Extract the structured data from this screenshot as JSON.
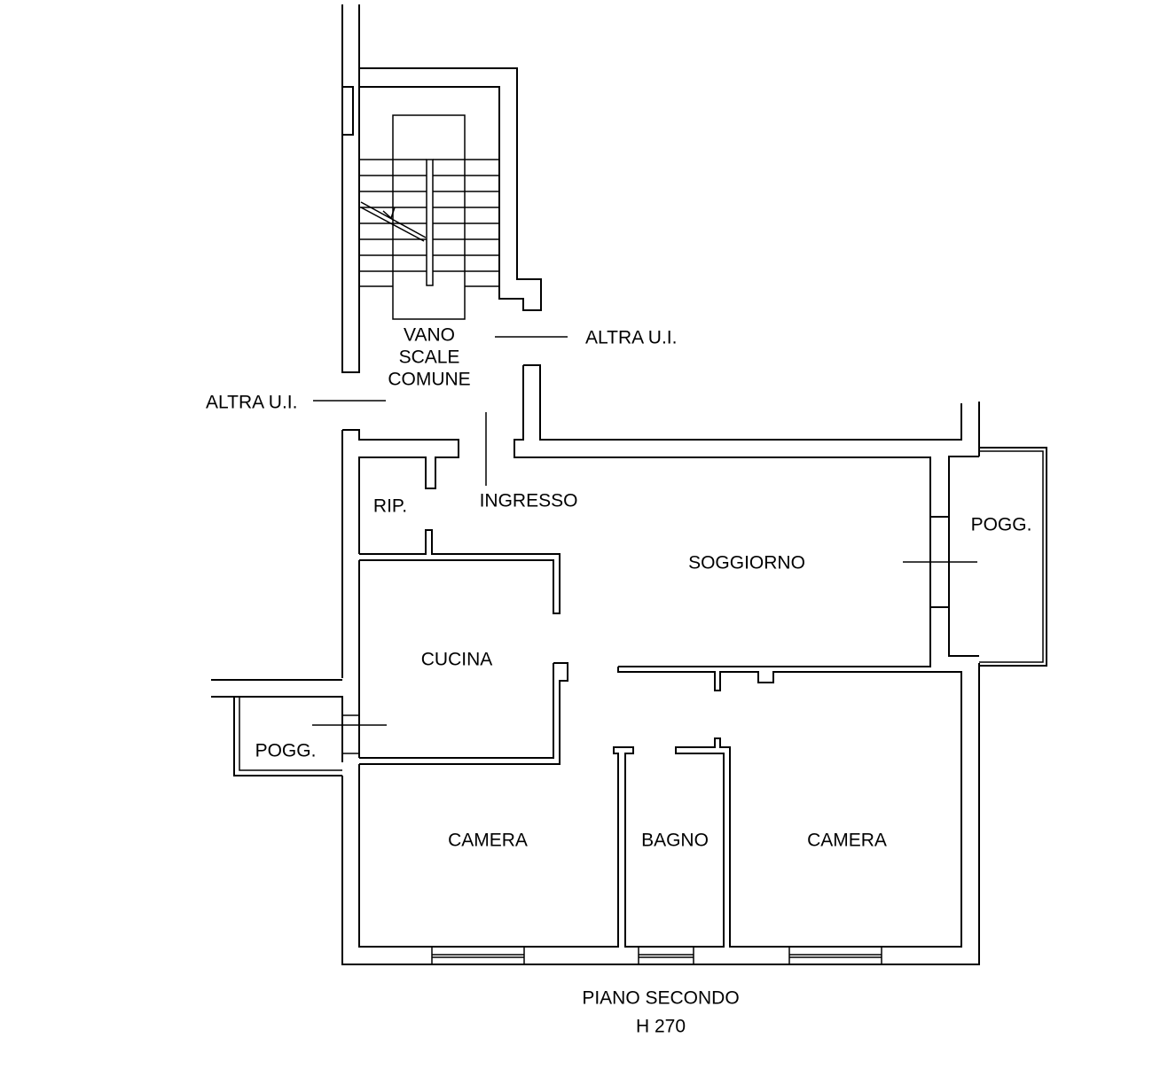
{
  "rooms": {
    "stair": [
      "VANO",
      "SCALE",
      "COMUNE"
    ],
    "other_unit_right": "ALTRA U.I.",
    "other_unit_left": "ALTRA U.I.",
    "storage": "RIP.",
    "entrance": "INGRESSO",
    "living": "SOGGIORNO",
    "balcony_right": "POGG.",
    "kitchen": "CUCINA",
    "balcony_left": "POGG.",
    "bedroom_left": "CAMERA",
    "bathroom": "BAGNO",
    "bedroom_right": "CAMERA"
  },
  "footer": {
    "floor": "PIANO SECONDO",
    "height": "H 270"
  },
  "colors": {
    "lines": "#000000",
    "background": "#ffffff"
  }
}
